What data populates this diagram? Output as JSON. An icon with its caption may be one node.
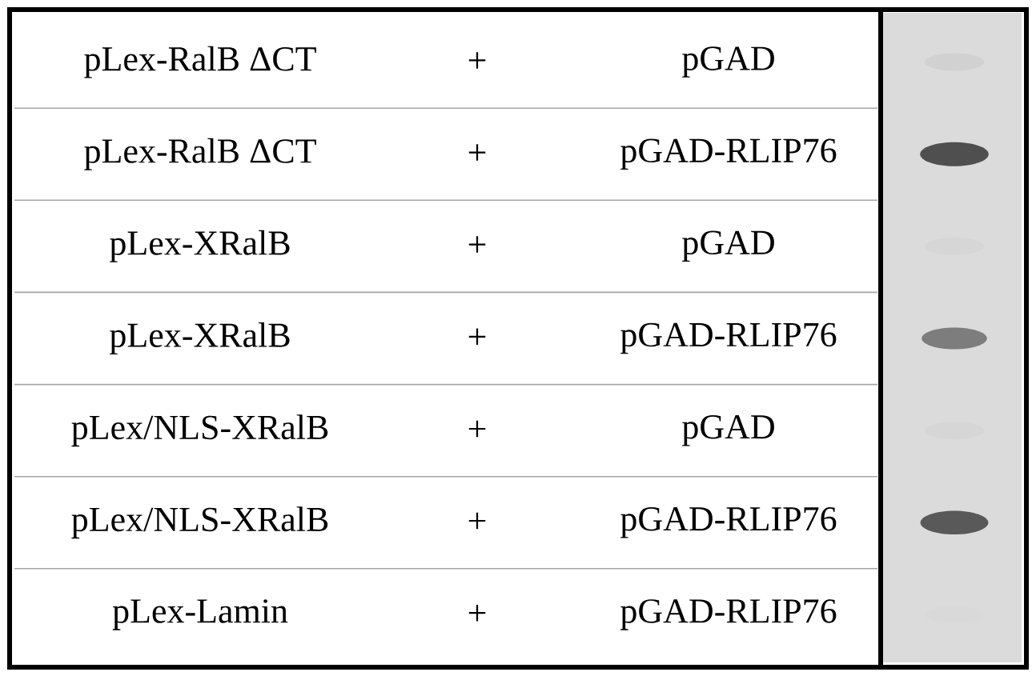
{
  "diagram": {
    "labels": [
      "pLex-RalB ΔCT",
      "+",
      "pGAD",
      "pLex-RalB ΔCT",
      "+",
      "pGAD-RLIP76",
      "pLex-XRalB",
      "+",
      "pGAD",
      "pLex-XRalB",
      "+",
      "pGAD-RLIP76",
      "pLex/NLS-XRalB",
      "+",
      "pGAD",
      "pLex/NLS-XRalB",
      "+",
      "pGAD-RLIP76",
      "pLex-Lamin",
      "+",
      "pGAD-RLIP76"
    ]
  }
}
